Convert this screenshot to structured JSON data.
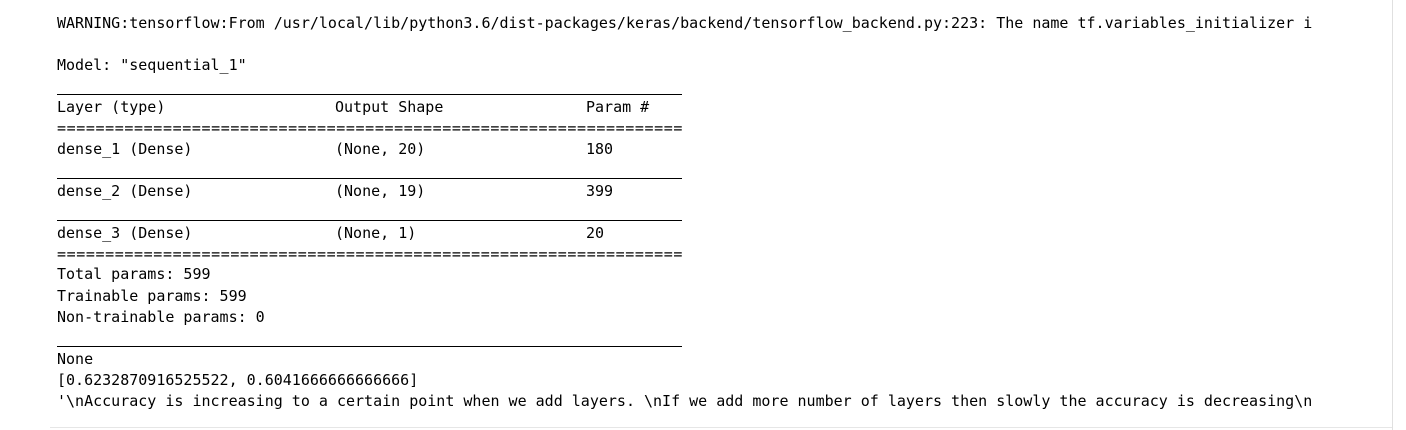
{
  "warning": "WARNING:tensorflow:From /usr/local/lib/python3.6/dist-packages/keras/backend/tensorflow_backend.py:223: The name tf.variables_initializer i",
  "model_name": "Model: \"sequential_1\"",
  "table": {
    "headers": [
      "Layer (type)",
      "Output Shape",
      "Param #"
    ],
    "equals_line": "=================================================================",
    "rows": [
      {
        "layer": "dense_1 (Dense)",
        "shape": "(None, 20)",
        "params": "180"
      },
      {
        "layer": "dense_2 (Dense)",
        "shape": "(None, 19)",
        "params": "399"
      },
      {
        "layer": "dense_3 (Dense)",
        "shape": "(None, 1)",
        "params": "20"
      }
    ]
  },
  "summary": {
    "total": "Total params: 599",
    "trainable": "Trainable params: 599",
    "non_trainable": "Non-trainable params: 0"
  },
  "none_output": "None",
  "scores": "[0.6232870916525522, 0.6041666666666666]",
  "text_output": "'\\nAccuracy is increasing to a certain point when we add layers. \\nIf we add more number of layers then slowly the accuracy is decreasing\\n"
}
